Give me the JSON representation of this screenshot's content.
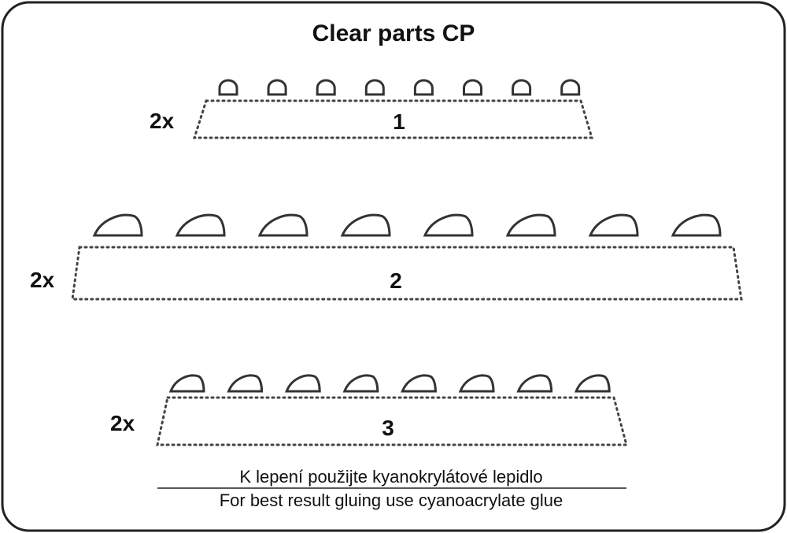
{
  "title": "Clear parts CP",
  "rows": [
    {
      "quantity": "2x",
      "label": "1",
      "pieces": 8
    },
    {
      "quantity": "2x",
      "label": "2",
      "pieces": 8
    },
    {
      "quantity": "2x",
      "label": "3",
      "pieces": 8
    }
  ],
  "note_cz": "K lepení použijte kyanokrylátové lepidlo",
  "note_en": "For best result gluing use cyanoacrylate glue"
}
